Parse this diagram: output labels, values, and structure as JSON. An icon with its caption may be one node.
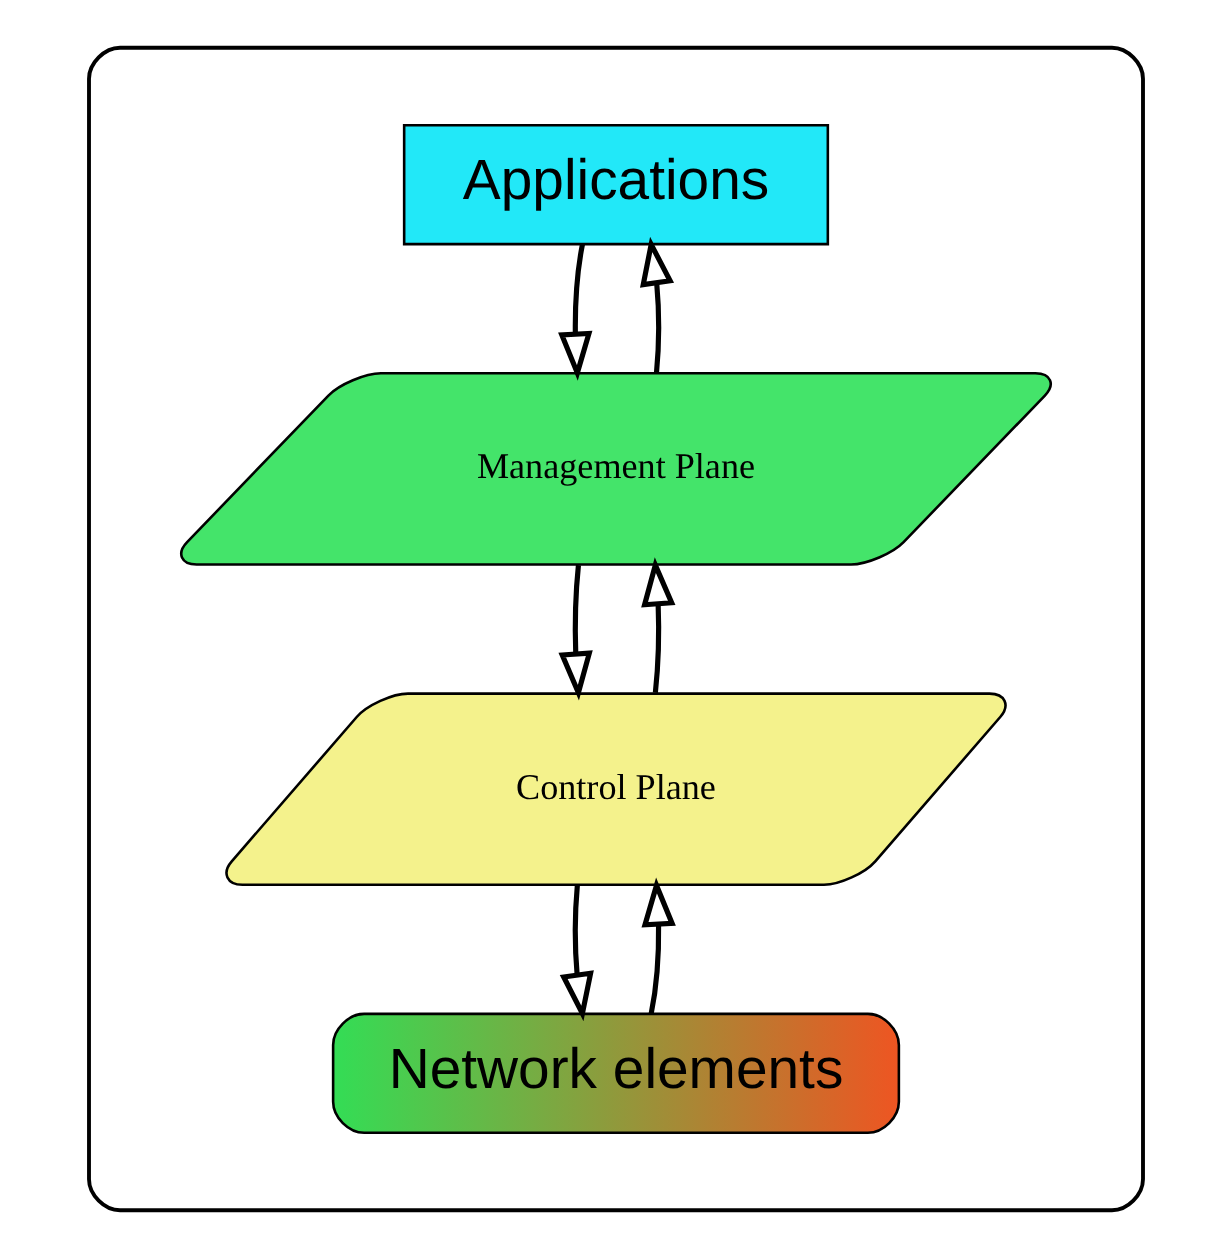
{
  "diagram": {
    "nodes": [
      {
        "text": [],
        "shape": "box"
      },
      {
        "text": [
          "Applications"
        ],
        "in": 0
      },
      {
        "text": [
          "Management Plane"
        ],
        "in": 0
      },
      {
        "text": [
          "Control Plane"
        ],
        "in": 0
      },
      {
        "text": [
          "Network elements"
        ],
        "in": 0
      }
    ],
    "edges": [
      {
        "from": 1,
        "to": 2,
        "arrow": "to"
      },
      {
        "from": 2,
        "to": 1,
        "arrow": "to"
      },
      {
        "from": 2,
        "to": 3,
        "arrow": "to"
      },
      {
        "from": 3,
        "to": 2,
        "arrow": "to"
      },
      {
        "from": 3,
        "to": 4,
        "arrow": "to"
      },
      {
        "from": 4,
        "to": 3,
        "arrow": "to"
      }
    ]
  }
}
